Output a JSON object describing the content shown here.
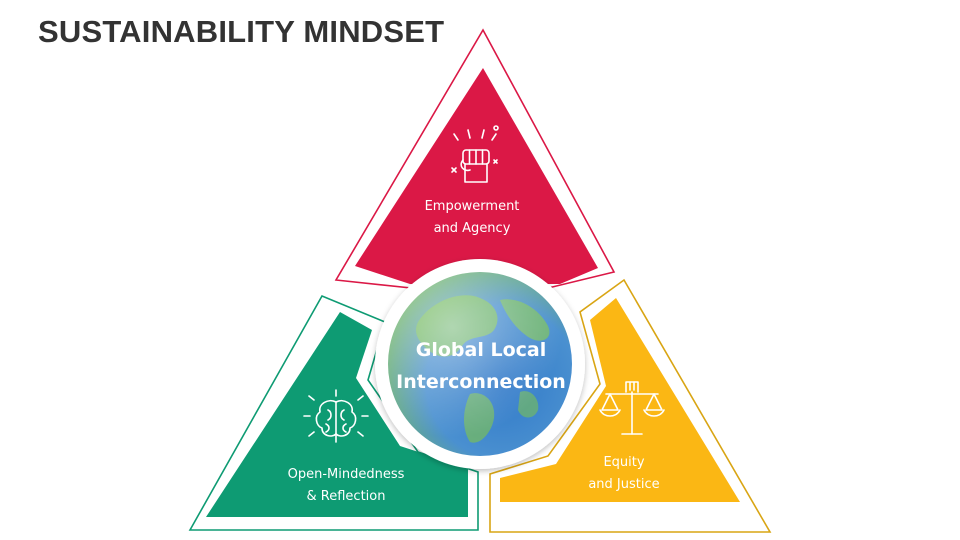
{
  "title": "SUSTAINABILITY MINDSET",
  "segments": [
    {
      "line1": "Empowerment",
      "line2": "and Agency",
      "color": "#DB1846",
      "icon": "raised-fist-icon"
    },
    {
      "line1": "Open-Mindedness",
      "line2": "& Reflection",
      "color": "#0E9B73",
      "icon": "brain-icon"
    },
    {
      "line1": "Equity",
      "line2": "and Justice",
      "color": "#FBB714",
      "icon": "scales-of-justice-icon"
    }
  ],
  "center": {
    "line1": "Global Local",
    "line2": "Interconnection"
  },
  "colors": {
    "title": "#333333",
    "red": "#DB1846",
    "green": "#0E9B73",
    "yellow": "#FBB714",
    "globe_blue": "#2F78C8",
    "globe_green": "#6CBF4A"
  }
}
